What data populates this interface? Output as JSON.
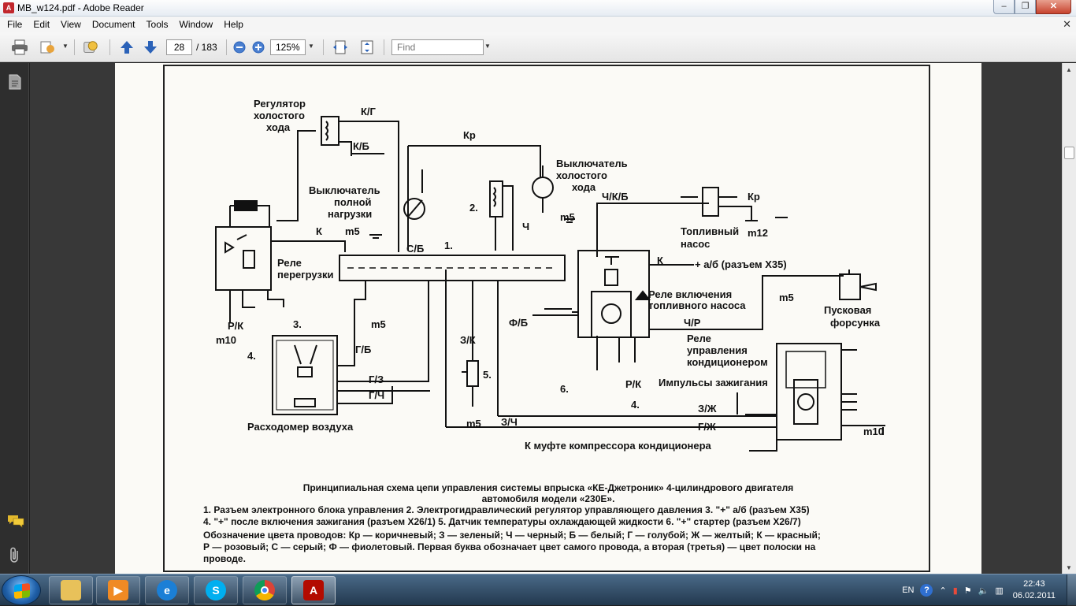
{
  "window": {
    "title": "MB_w124.pdf - Adobe Reader",
    "min": "‒",
    "max": "❐",
    "close": "✕"
  },
  "menu": [
    "File",
    "Edit",
    "View",
    "Document",
    "Tools",
    "Window",
    "Help"
  ],
  "menu_close": "✕",
  "toolbar": {
    "page_current": "28",
    "page_total": "/ 183",
    "zoom": "125%",
    "find_placeholder": "Find"
  },
  "colors": {
    "accent": "#2b62b8",
    "close_button": "#c7432e",
    "page_bg": "#fbfaf6",
    "dark_bg": "#383838"
  },
  "diagram": {
    "labels": {
      "idle_regulator": [
        "Регулятор",
        "холостого",
        "хода"
      ],
      "full_load_switch": [
        "Выключатель",
        "полной",
        "нагрузки"
      ],
      "idle_switch": [
        "Выключатель",
        "холостого",
        "хода"
      ],
      "fuel_pump": [
        "Топливный",
        "насос"
      ],
      "overload_relay": [
        "Реле",
        "перегрузки"
      ],
      "pump_relay": [
        "Реле включения",
        "топливного насоса"
      ],
      "start_injector": [
        "Пусковая",
        "форсунка"
      ],
      "ac_relay": [
        "Реле",
        "управления",
        "кондиционером"
      ],
      "ignition_pulses": "Импульсы зажигания",
      "air_flow_meter": "Расходомер воздуха",
      "compressor_clutch": "К муфте компрессора кондиционера",
      "battery_x35": "+ а/б (разъем X35)"
    },
    "wires": [
      "К/Г",
      "К/Б",
      "Кр",
      "Ч/К/Б",
      "К",
      "С/Б",
      "Ч/Р",
      "Г/З",
      "Г/Ч",
      "З/Ж",
      "Г/Ж",
      "З/Ч",
      "З/К",
      "Ф/Б",
      "Р/К",
      "Г/Б",
      "Р/К",
      "Ч",
      "Кр"
    ],
    "grounds": [
      "m5",
      "m10",
      "m12"
    ],
    "numbers": [
      "1.",
      "2.",
      "3.",
      "4.",
      "5.",
      "6."
    ]
  },
  "caption": {
    "title": "Принципиальная схема цепи управления системы впрыска «КЕ-Джетроник» 4-цилиндрового двигателя",
    "subtitle": "автомобиля модели «230Е».",
    "legend_lines": [
      "1. Разъем электронного блока управления 2. Электрогидравлический регулятор управляющего давления 3. \"+\" а/б (разъем X35)",
      "4. \"+\" после включения зажигания (разъем X26/1) 5. Датчик температуры охлаждающей жидкости 6. \"+\" стартер (разъем X26/7)",
      "Обозначение цвета проводов: Кр — коричневый; З — зеленый; Ч — черный; Б — белый; Г — голубой; Ж — желтый; К — красный;",
      "Р — розовый; С — серый; Ф — фиолетовый. Первая буква обозначает цвет самого провода, а вторая (третья) — цвет полоски на",
      "проводе."
    ]
  },
  "taskbar": {
    "apps": [
      "explorer",
      "media-player",
      "internet-explorer",
      "skype",
      "chrome",
      "adobe-reader"
    ],
    "lang": "EN",
    "time": "22:43",
    "date": "06.02.2011"
  }
}
